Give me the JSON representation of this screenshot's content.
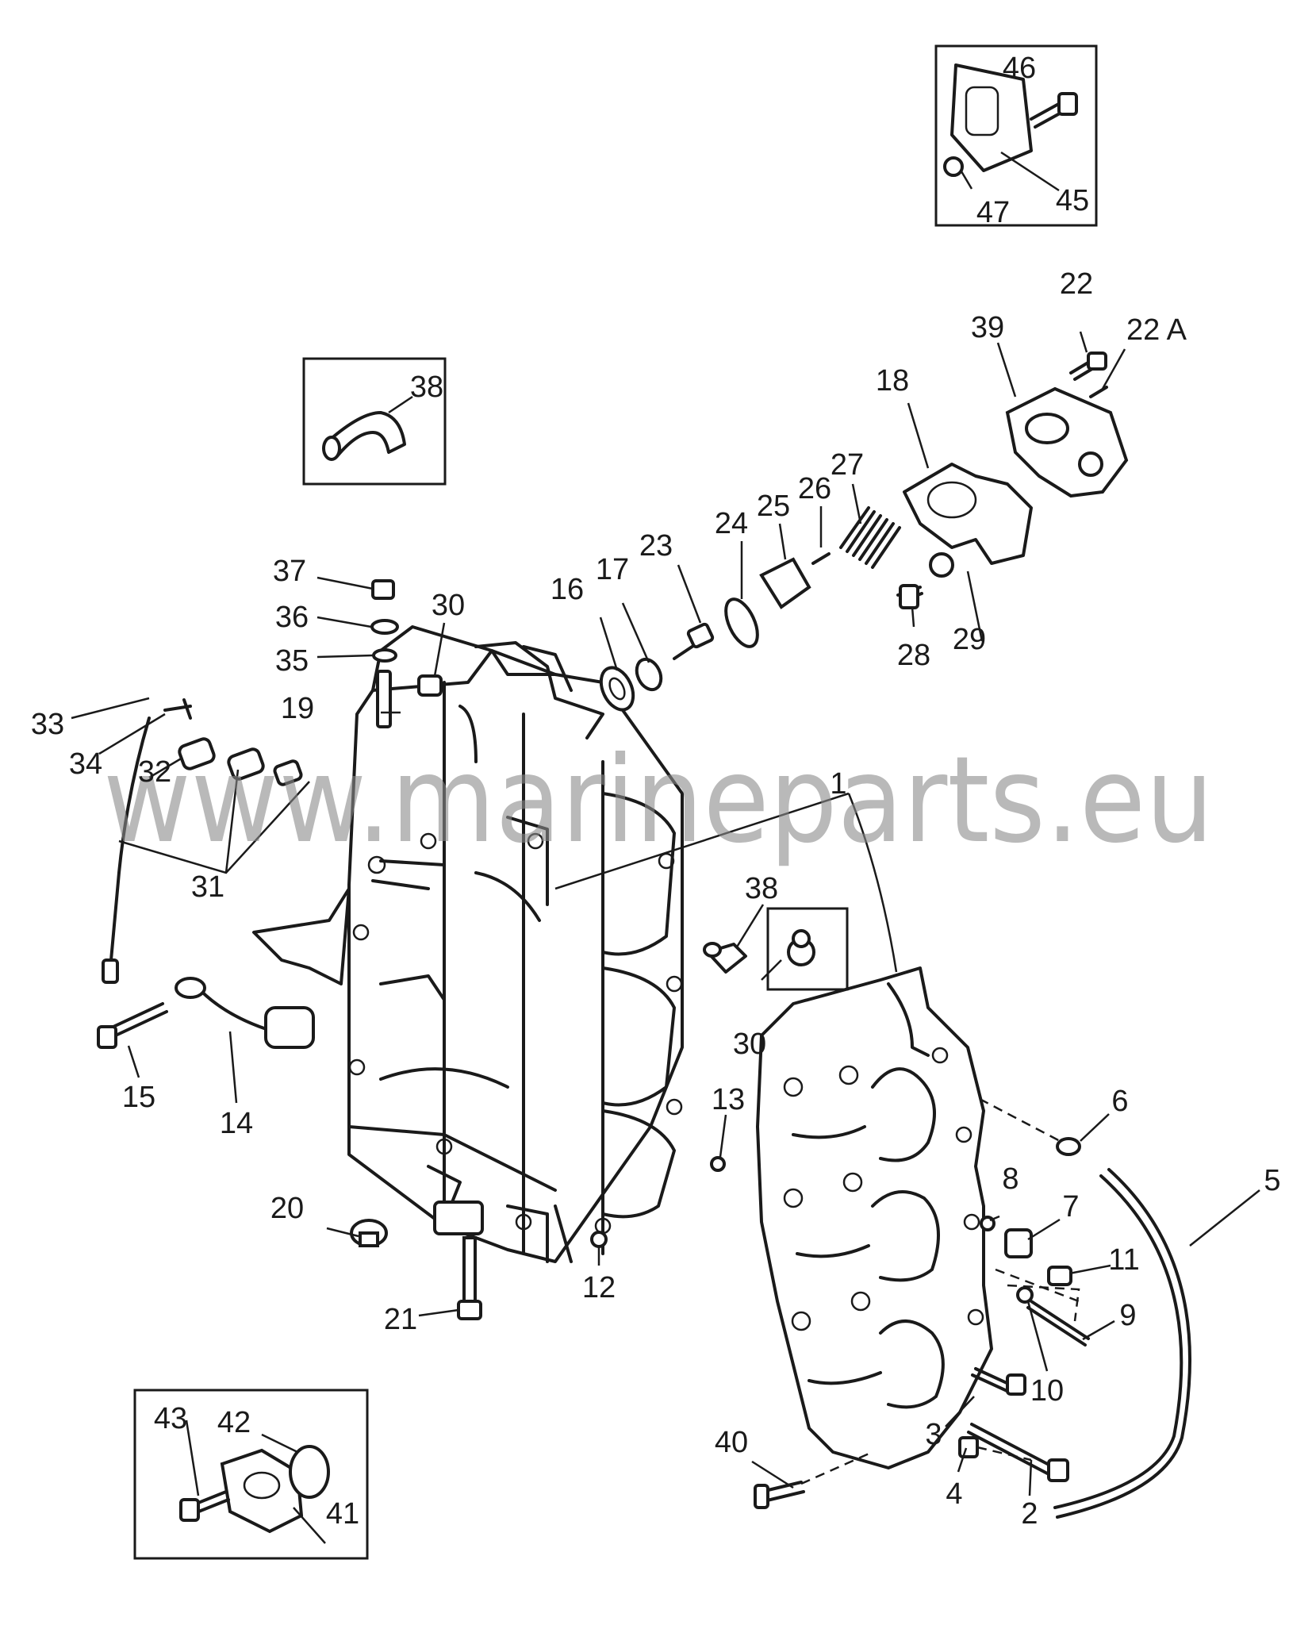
{
  "watermark": "www.marineparts.eu",
  "labels": [
    "1",
    "2",
    "3",
    "4",
    "5",
    "6",
    "7",
    "8",
    "9",
    "10",
    "11",
    "12",
    "13",
    "14",
    "15",
    "16",
    "17",
    "18",
    "19",
    "20",
    "21",
    "22",
    "22 A",
    "23",
    "24",
    "25",
    "26",
    "27",
    "28",
    "29",
    "30",
    "30",
    "31",
    "32",
    "33",
    "34",
    "35",
    "36",
    "37",
    "38",
    "38",
    "39",
    "40",
    "41",
    "42",
    "43",
    "45",
    "46",
    "47"
  ]
}
